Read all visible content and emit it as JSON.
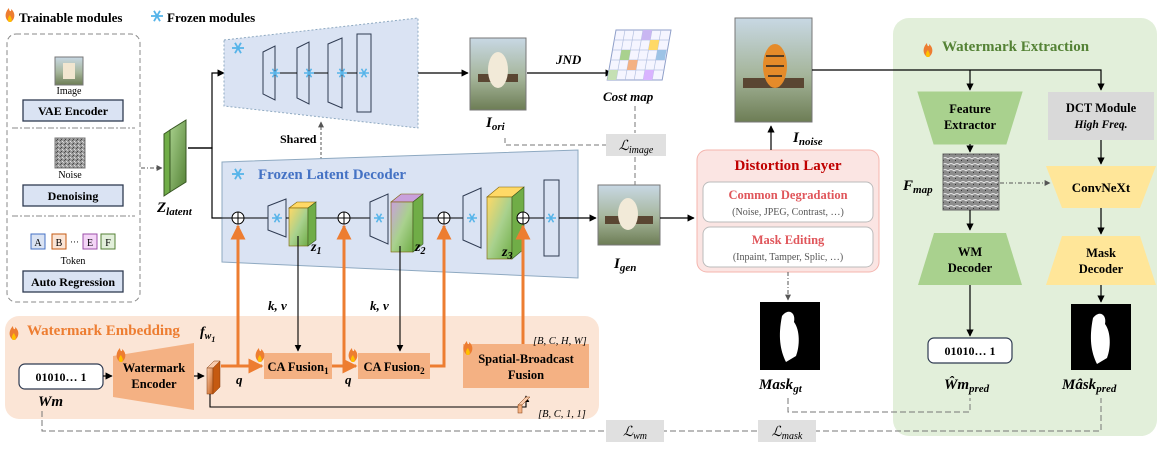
{
  "legend": {
    "trainable": "Trainable modules",
    "frozen": "Frozen modules"
  },
  "generators": {
    "image_caption": "Image",
    "vae": "VAE Encoder",
    "noise_caption": "Noise",
    "denoising": "Denoising",
    "token_caption": "Token",
    "tokens": [
      "A",
      "B",
      "E",
      "F"
    ],
    "token_dots": "···",
    "autoregression": "Auto Regression"
  },
  "latent": {
    "z": "Z",
    "sub": "latent"
  },
  "shared": "Shared",
  "frozen_decoder": "Frozen Latent Decoder",
  "cost": {
    "jnd": "JND",
    "cost_map": "Cost map"
  },
  "images": {
    "i_ori_main": "I",
    "i_ori_sub": "ori",
    "i_gen_main": "I",
    "i_gen_sub": "gen",
    "i_noise_main": "I",
    "i_noise_sub": "noise"
  },
  "losses": {
    "image_main": "ℒ",
    "image_sub": "image",
    "wm_main": "ℒ",
    "wm_sub": "wm",
    "mask_main": "ℒ",
    "mask_sub": "mask"
  },
  "zs": [
    {
      "main": "z",
      "sub": "1"
    },
    {
      "main": "z",
      "sub": "2"
    },
    {
      "main": "z",
      "sub": "3"
    }
  ],
  "kv": "k, v",
  "q": "q",
  "distortion": {
    "title": "Distortion Layer",
    "common": "Common Degradation",
    "common_sub": "(Noise, JPEG, Contrast, …)",
    "mask": "Mask Editing",
    "mask_sub": "(Inpaint, Tamper, Splic, …)"
  },
  "mask_gt": {
    "main": "Mask",
    "sub": "gt"
  },
  "embedding": {
    "title": "Watermark Embedding",
    "bits": "01010… 1",
    "wm_main": "Wm",
    "encoder_l1": "Watermark",
    "encoder_l2": "Encoder",
    "fw_main": "f",
    "fw_sub": "w",
    "fw_subsub": "1",
    "ca1_main": "CA Fusion",
    "ca1_sub": "1",
    "ca2_main": "CA Fusion",
    "ca2_sub": "2",
    "sb_l1": "Spatial-Broadcast",
    "sb_l2": "Fusion",
    "shape4": "[B, C, H, W]",
    "shape2": "[B, C, 1, 1]"
  },
  "extraction": {
    "title": "Watermark Extraction",
    "feature_l1": "Feature",
    "feature_l2": "Extractor",
    "dct_l1": "DCT Module",
    "dct_l2": "High Freq.",
    "fmap_main": "F",
    "fmap_sub": "map",
    "convnext": "ConvNeXt",
    "wm_dec_l1": "WM",
    "wm_dec_l2": "Decoder",
    "mask_dec_l1": "Mask",
    "mask_dec_l2": "Decoder",
    "bits": "01010… 1",
    "wm_pred_main": "Ŵm",
    "wm_pred_sub": "pred",
    "mask_pred_main": "Mâsk",
    "mask_pred_sub": "pred"
  },
  "colors": {
    "orange": "#ed7d31",
    "green_panel": "#e2efda",
    "blue_panel": "#dae3f3",
    "red_panel": "#fbe5e3",
    "yellow_box": "#ffe699",
    "frozen_blue": "#56b4e9"
  }
}
